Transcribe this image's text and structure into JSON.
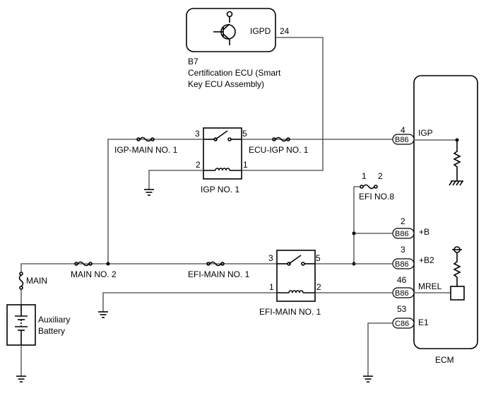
{
  "ecu_cert": {
    "code": "B7",
    "name_line1": "Certification ECU (Smart",
    "name_line2": "Key ECU Assembly)",
    "pin_label": "IGPD",
    "pin_number": "24"
  },
  "ecm": {
    "label": "ECM",
    "pins": [
      {
        "number": "4",
        "connector": "B86",
        "label": "IGP"
      },
      {
        "number": "2",
        "connector": "B86",
        "label": "+B"
      },
      {
        "number": "3",
        "connector": "B86",
        "label": "+B2"
      },
      {
        "number": "46",
        "connector": "B86",
        "label": "MREL"
      },
      {
        "number": "53",
        "connector": "C86",
        "label": "E1"
      }
    ]
  },
  "relays": {
    "igp": {
      "name": "IGP NO. 1",
      "pin3": "3",
      "pin5": "5",
      "pin2": "2",
      "pin1": "1"
    },
    "efi_main": {
      "name": "EFI-MAIN NO. 1",
      "pin3": "3",
      "pin5": "5",
      "pin1": "1",
      "pin2": "2"
    }
  },
  "fuses": {
    "igp_main": "IGP-MAIN NO. 1",
    "ecu_igp": "ECU-IGP NO. 1",
    "main_no2": "MAIN NO. 2",
    "efi_main": "EFI-MAIN NO. 1",
    "efi_no8": "EFI NO.8",
    "efi_no8_pin1": "1",
    "efi_no8_pin2": "2",
    "main": "MAIN"
  },
  "battery": {
    "line1": "Auxiliary",
    "line2": "Battery"
  }
}
